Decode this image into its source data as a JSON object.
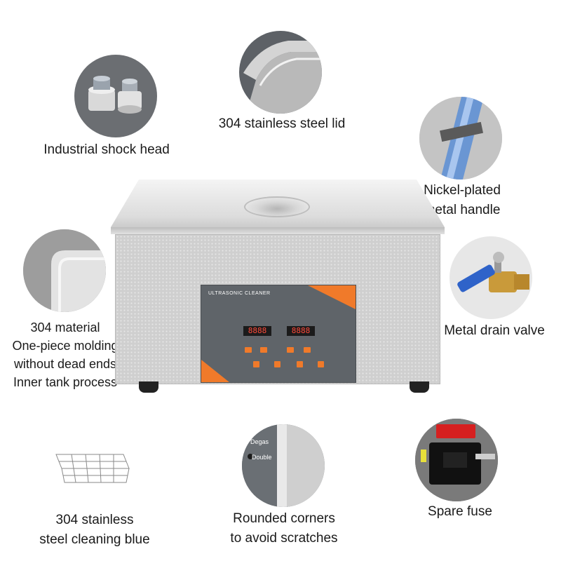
{
  "features": {
    "shock_head": "Industrial shock head",
    "lid": "304 stainless steel lid",
    "handle_line1": "Nickel-plated",
    "handle_line2": "metal handle",
    "material_line1": "304 material",
    "material_line2": "One-piece molding",
    "material_line3": "without dead ends",
    "material_line4": "Inner tank process",
    "drain_valve": "Metal drain valve",
    "basket_line1": "304 stainless",
    "basket_line2": "steel cleaning blue",
    "corners_line1": "Rounded corners",
    "corners_line2": "to avoid scratches",
    "fuse": "Spare fuse"
  },
  "panel": {
    "title": "ULTRASONIC CLEANER",
    "display_left": "8888",
    "display_right": "8888",
    "corner_label_degas": "Degas",
    "corner_label_double": "Double"
  },
  "colors": {
    "accent": "#f07a2a",
    "panel": "#5f6469",
    "display": "#ff4a3a"
  }
}
